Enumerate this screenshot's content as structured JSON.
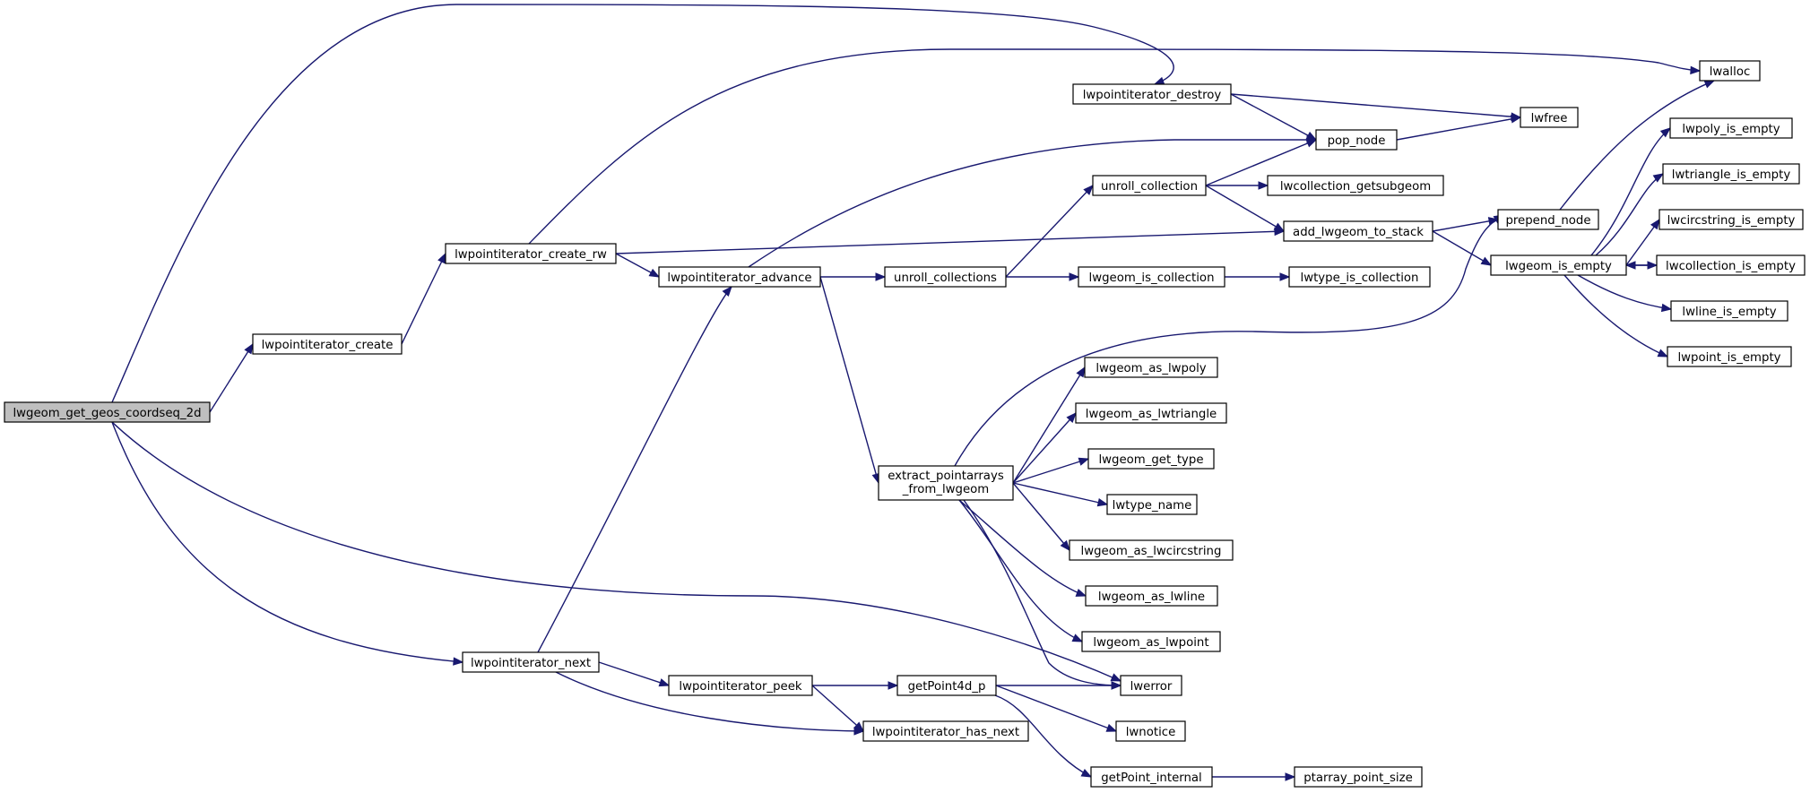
{
  "diagram": {
    "type": "call-graph",
    "colors": {
      "edge": "#191970",
      "root_fill": "#bfbfbf",
      "node_fill": "#ffffff",
      "node_border": "#000000"
    },
    "nodes": [
      {
        "id": "n0",
        "label": "lwgeom_get_geos_coordseq_2d",
        "root": true
      },
      {
        "id": "n1",
        "label": "lwpointiterator_create"
      },
      {
        "id": "n2",
        "label": "lwpointiterator_create_rw"
      },
      {
        "id": "n3",
        "label": "lwpointiterator_destroy"
      },
      {
        "id": "n4",
        "label": "lwpointiterator_advance"
      },
      {
        "id": "n5",
        "label": "lwpointiterator_next"
      },
      {
        "id": "n6",
        "label": "lwpointiterator_peek"
      },
      {
        "id": "n7",
        "label": "lwpointiterator_has_next"
      },
      {
        "id": "n8",
        "label": "getPoint4d_p"
      },
      {
        "id": "n9",
        "label": "lwerror"
      },
      {
        "id": "n10",
        "label": "lwnotice"
      },
      {
        "id": "n11",
        "label": "getPoint_internal"
      },
      {
        "id": "n12",
        "label": "ptarray_point_size"
      },
      {
        "id": "n13",
        "label": "unroll_collections"
      },
      {
        "id": "n14",
        "label": "unroll_collection"
      },
      {
        "id": "n15",
        "label": "lwgeom_is_collection"
      },
      {
        "id": "n16",
        "label": "lwtype_is_collection"
      },
      {
        "id": "n17",
        "label": "lwcollection_getsubgeom"
      },
      {
        "id": "n18",
        "label": "add_lwgeom_to_stack"
      },
      {
        "id": "n19",
        "label": "pop_node"
      },
      {
        "id": "n20",
        "label": "lwfree"
      },
      {
        "id": "n21",
        "label": "lwalloc"
      },
      {
        "id": "n22",
        "label": "prepend_node"
      },
      {
        "id": "n23",
        "label": "lwgeom_is_empty"
      },
      {
        "id": "n24",
        "label": "lwpoly_is_empty"
      },
      {
        "id": "n25",
        "label": "lwtriangle_is_empty"
      },
      {
        "id": "n26",
        "label": "lwcircstring_is_empty"
      },
      {
        "id": "n27",
        "label": "lwcollection_is_empty"
      },
      {
        "id": "n28",
        "label": "lwline_is_empty"
      },
      {
        "id": "n29",
        "label": "lwpoint_is_empty"
      },
      {
        "id": "n30",
        "label": "extract_pointarrays\n_from_lwgeom"
      },
      {
        "id": "n31",
        "label": "lwgeom_as_lwpoly"
      },
      {
        "id": "n32",
        "label": "lwgeom_as_lwtriangle"
      },
      {
        "id": "n33",
        "label": "lwgeom_get_type"
      },
      {
        "id": "n34",
        "label": "lwtype_name"
      },
      {
        "id": "n35",
        "label": "lwgeom_as_lwcircstring"
      },
      {
        "id": "n36",
        "label": "lwgeom_as_lwline"
      },
      {
        "id": "n37",
        "label": "lwgeom_as_lwpoint"
      }
    ],
    "edges": [
      {
        "from": "n0",
        "to": "n1"
      },
      {
        "from": "n0",
        "to": "n3"
      },
      {
        "from": "n0",
        "to": "n5"
      },
      {
        "from": "n0",
        "to": "n9"
      },
      {
        "from": "n1",
        "to": "n2"
      },
      {
        "from": "n2",
        "to": "n21"
      },
      {
        "from": "n2",
        "to": "n18"
      },
      {
        "from": "n2",
        "to": "n4"
      },
      {
        "from": "n3",
        "to": "n20"
      },
      {
        "from": "n3",
        "to": "n19"
      },
      {
        "from": "n4",
        "to": "n19"
      },
      {
        "from": "n4",
        "to": "n13"
      },
      {
        "from": "n4",
        "to": "n30"
      },
      {
        "from": "n5",
        "to": "n4"
      },
      {
        "from": "n5",
        "to": "n6"
      },
      {
        "from": "n5",
        "to": "n7"
      },
      {
        "from": "n6",
        "to": "n8"
      },
      {
        "from": "n6",
        "to": "n7"
      },
      {
        "from": "n8",
        "to": "n9"
      },
      {
        "from": "n8",
        "to": "n10"
      },
      {
        "from": "n8",
        "to": "n11"
      },
      {
        "from": "n11",
        "to": "n12"
      },
      {
        "from": "n13",
        "to": "n14"
      },
      {
        "from": "n13",
        "to": "n15"
      },
      {
        "from": "n15",
        "to": "n16"
      },
      {
        "from": "n14",
        "to": "n19"
      },
      {
        "from": "n14",
        "to": "n17"
      },
      {
        "from": "n14",
        "to": "n18"
      },
      {
        "from": "n18",
        "to": "n22"
      },
      {
        "from": "n18",
        "to": "n23"
      },
      {
        "from": "n19",
        "to": "n20"
      },
      {
        "from": "n22",
        "to": "n21"
      },
      {
        "from": "n23",
        "to": "n24"
      },
      {
        "from": "n23",
        "to": "n25"
      },
      {
        "from": "n23",
        "to": "n26"
      },
      {
        "from": "n23",
        "to": "n27"
      },
      {
        "from": "n23",
        "to": "n28"
      },
      {
        "from": "n23",
        "to": "n29"
      },
      {
        "from": "n27",
        "to": "n23"
      },
      {
        "from": "n30",
        "to": "n22"
      },
      {
        "from": "n30",
        "to": "n31"
      },
      {
        "from": "n30",
        "to": "n32"
      },
      {
        "from": "n30",
        "to": "n33"
      },
      {
        "from": "n30",
        "to": "n34"
      },
      {
        "from": "n30",
        "to": "n35"
      },
      {
        "from": "n30",
        "to": "n36"
      },
      {
        "from": "n30",
        "to": "n37"
      },
      {
        "from": "n30",
        "to": "n9"
      }
    ]
  }
}
